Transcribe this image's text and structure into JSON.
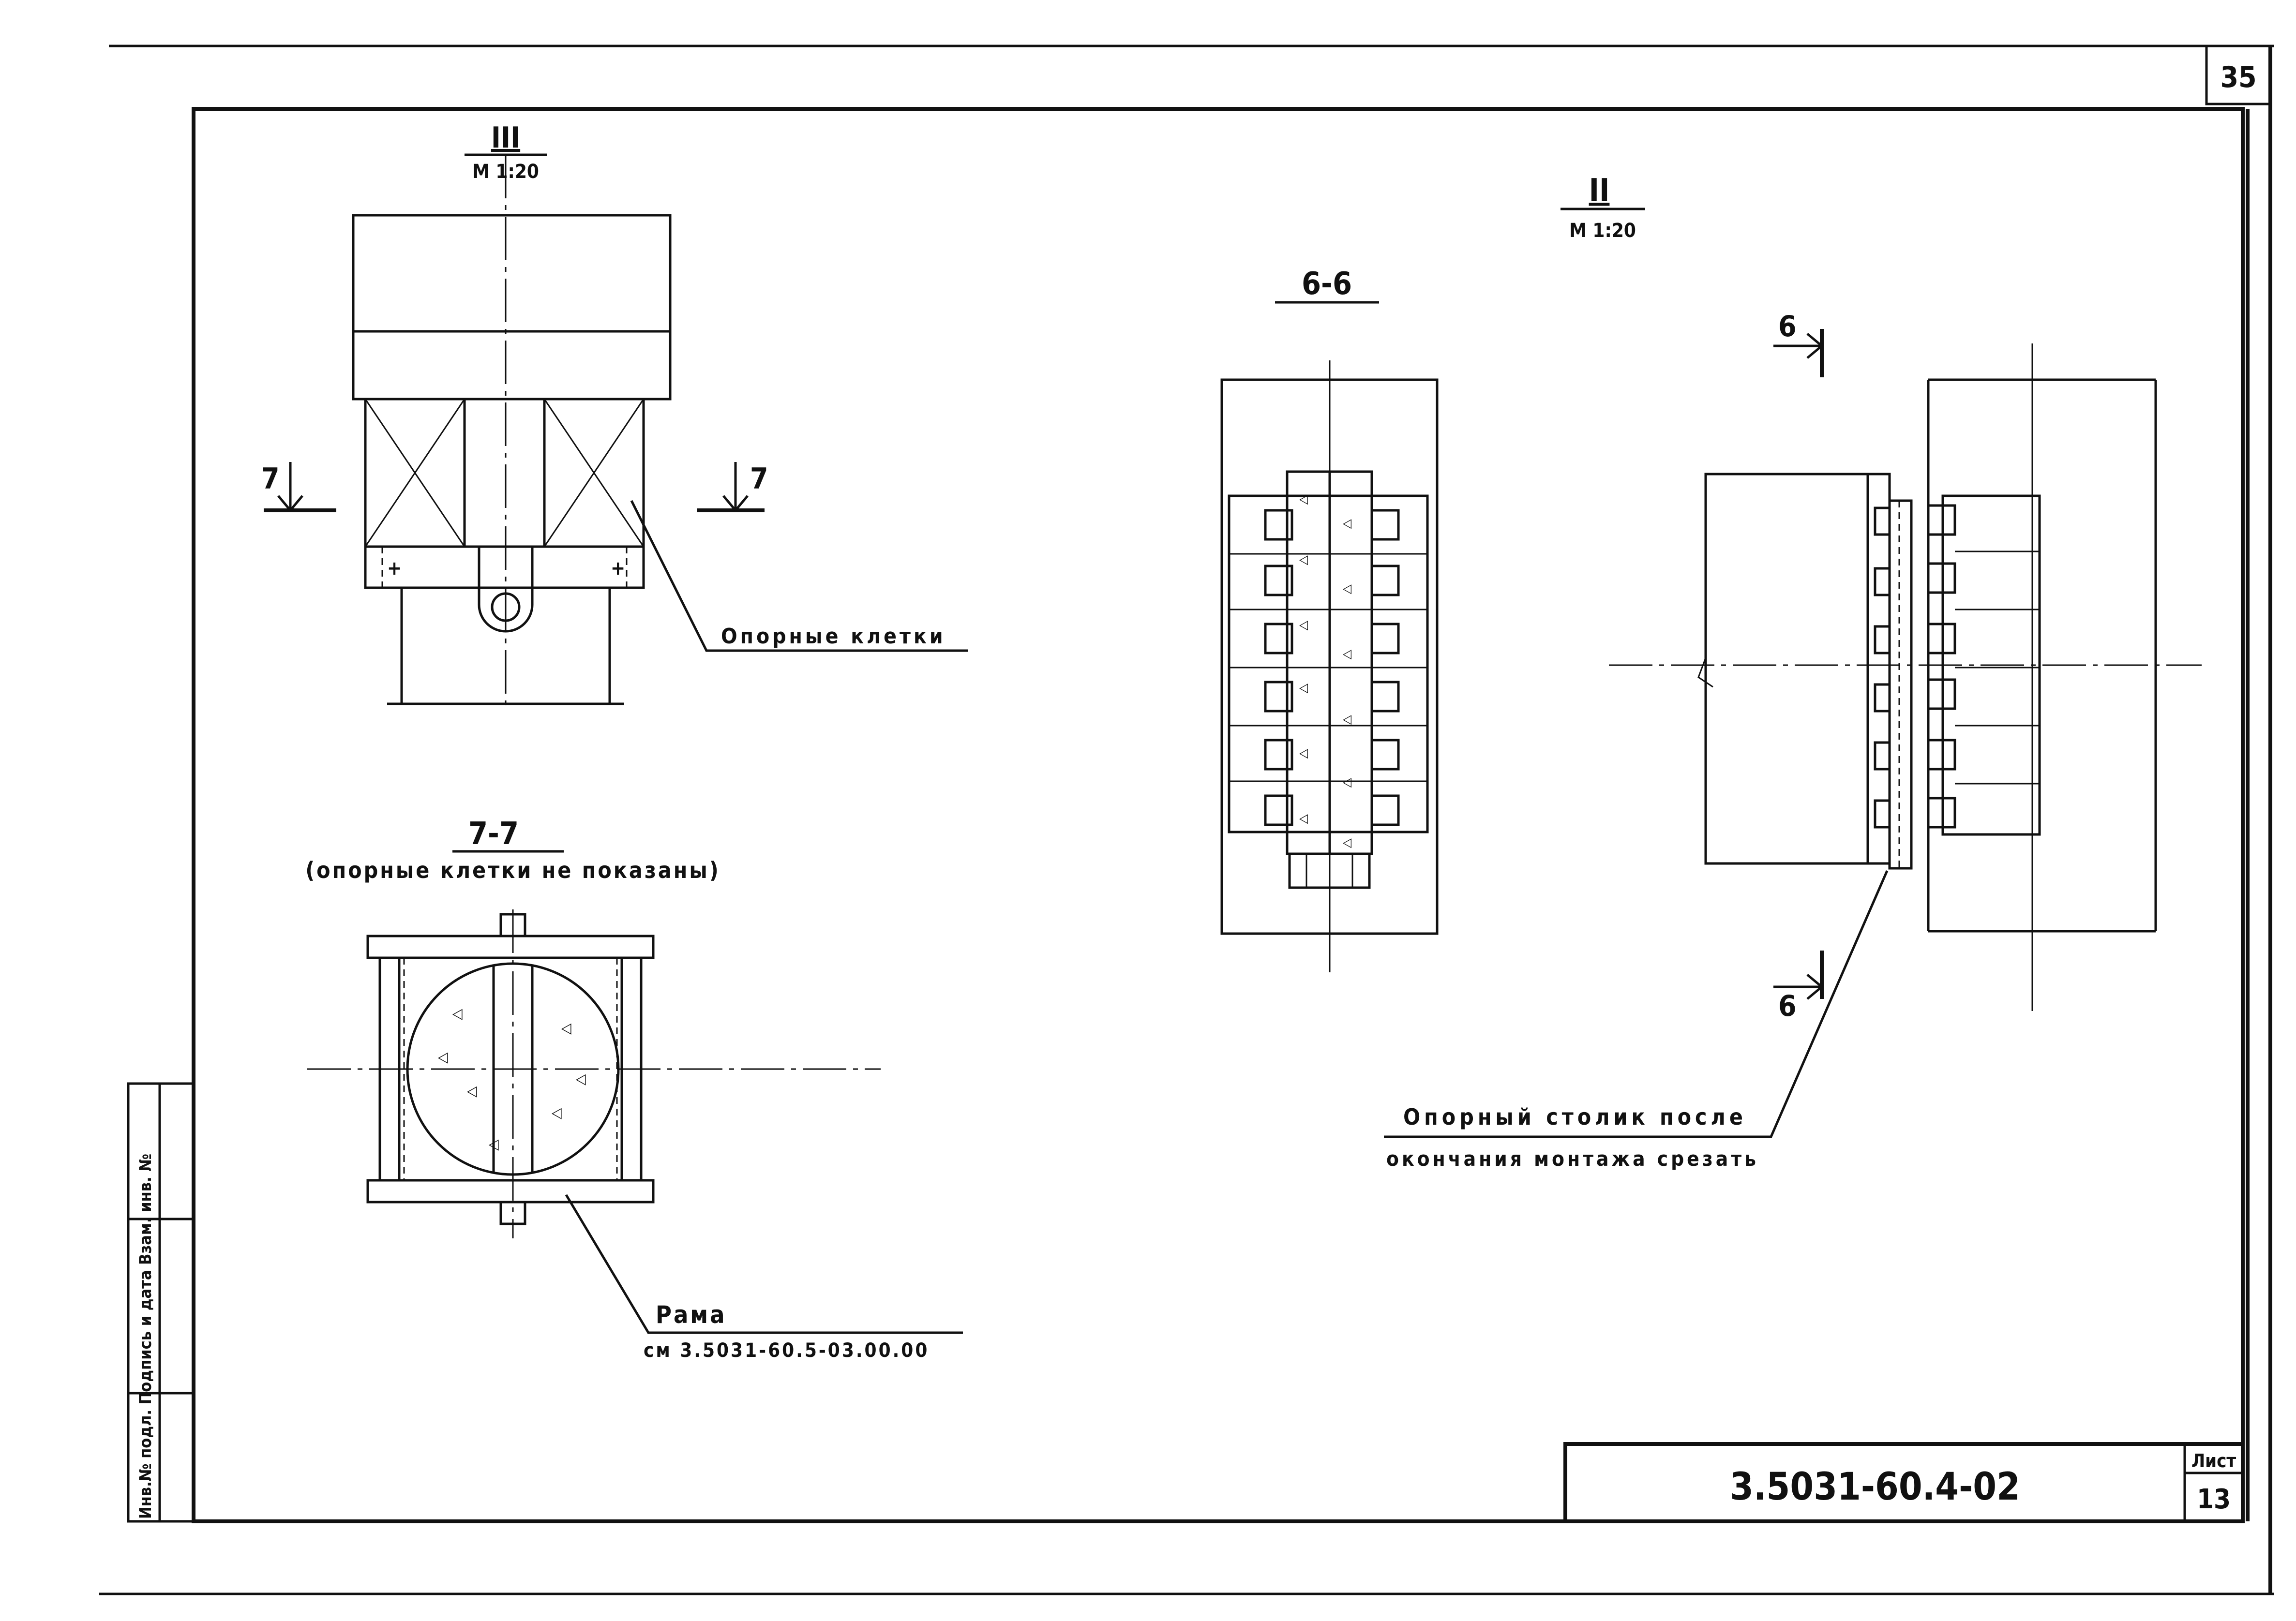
{
  "sheet": {
    "page_number": "35",
    "document_code": "3.5031-60.4-02",
    "sheet_label": "Лист",
    "sheet_number": "13",
    "side_stamp": "Инв.№ подл. Подпись и дата Взам. инв. №"
  },
  "views": {
    "view_three": {
      "title": "III",
      "scale": "М 1:20"
    },
    "view_two": {
      "title": "II",
      "scale": "М 1:20"
    },
    "section_66": {
      "title": "6-6"
    },
    "section_77": {
      "title": "7-7",
      "note": "(опорные клетки не показаны)"
    }
  },
  "markers": {
    "cut7_left": "7",
    "cut7_right": "7",
    "cut6_top": "6",
    "cut6_bottom": "6"
  },
  "callouts": {
    "support_cages": "Опорные клетки",
    "frame_title": "Рама",
    "frame_ref": "см 3.5031-60.5-03.00.00",
    "table_line1": "Опорный столик после",
    "table_line2": "окончания монтажа срезать"
  }
}
